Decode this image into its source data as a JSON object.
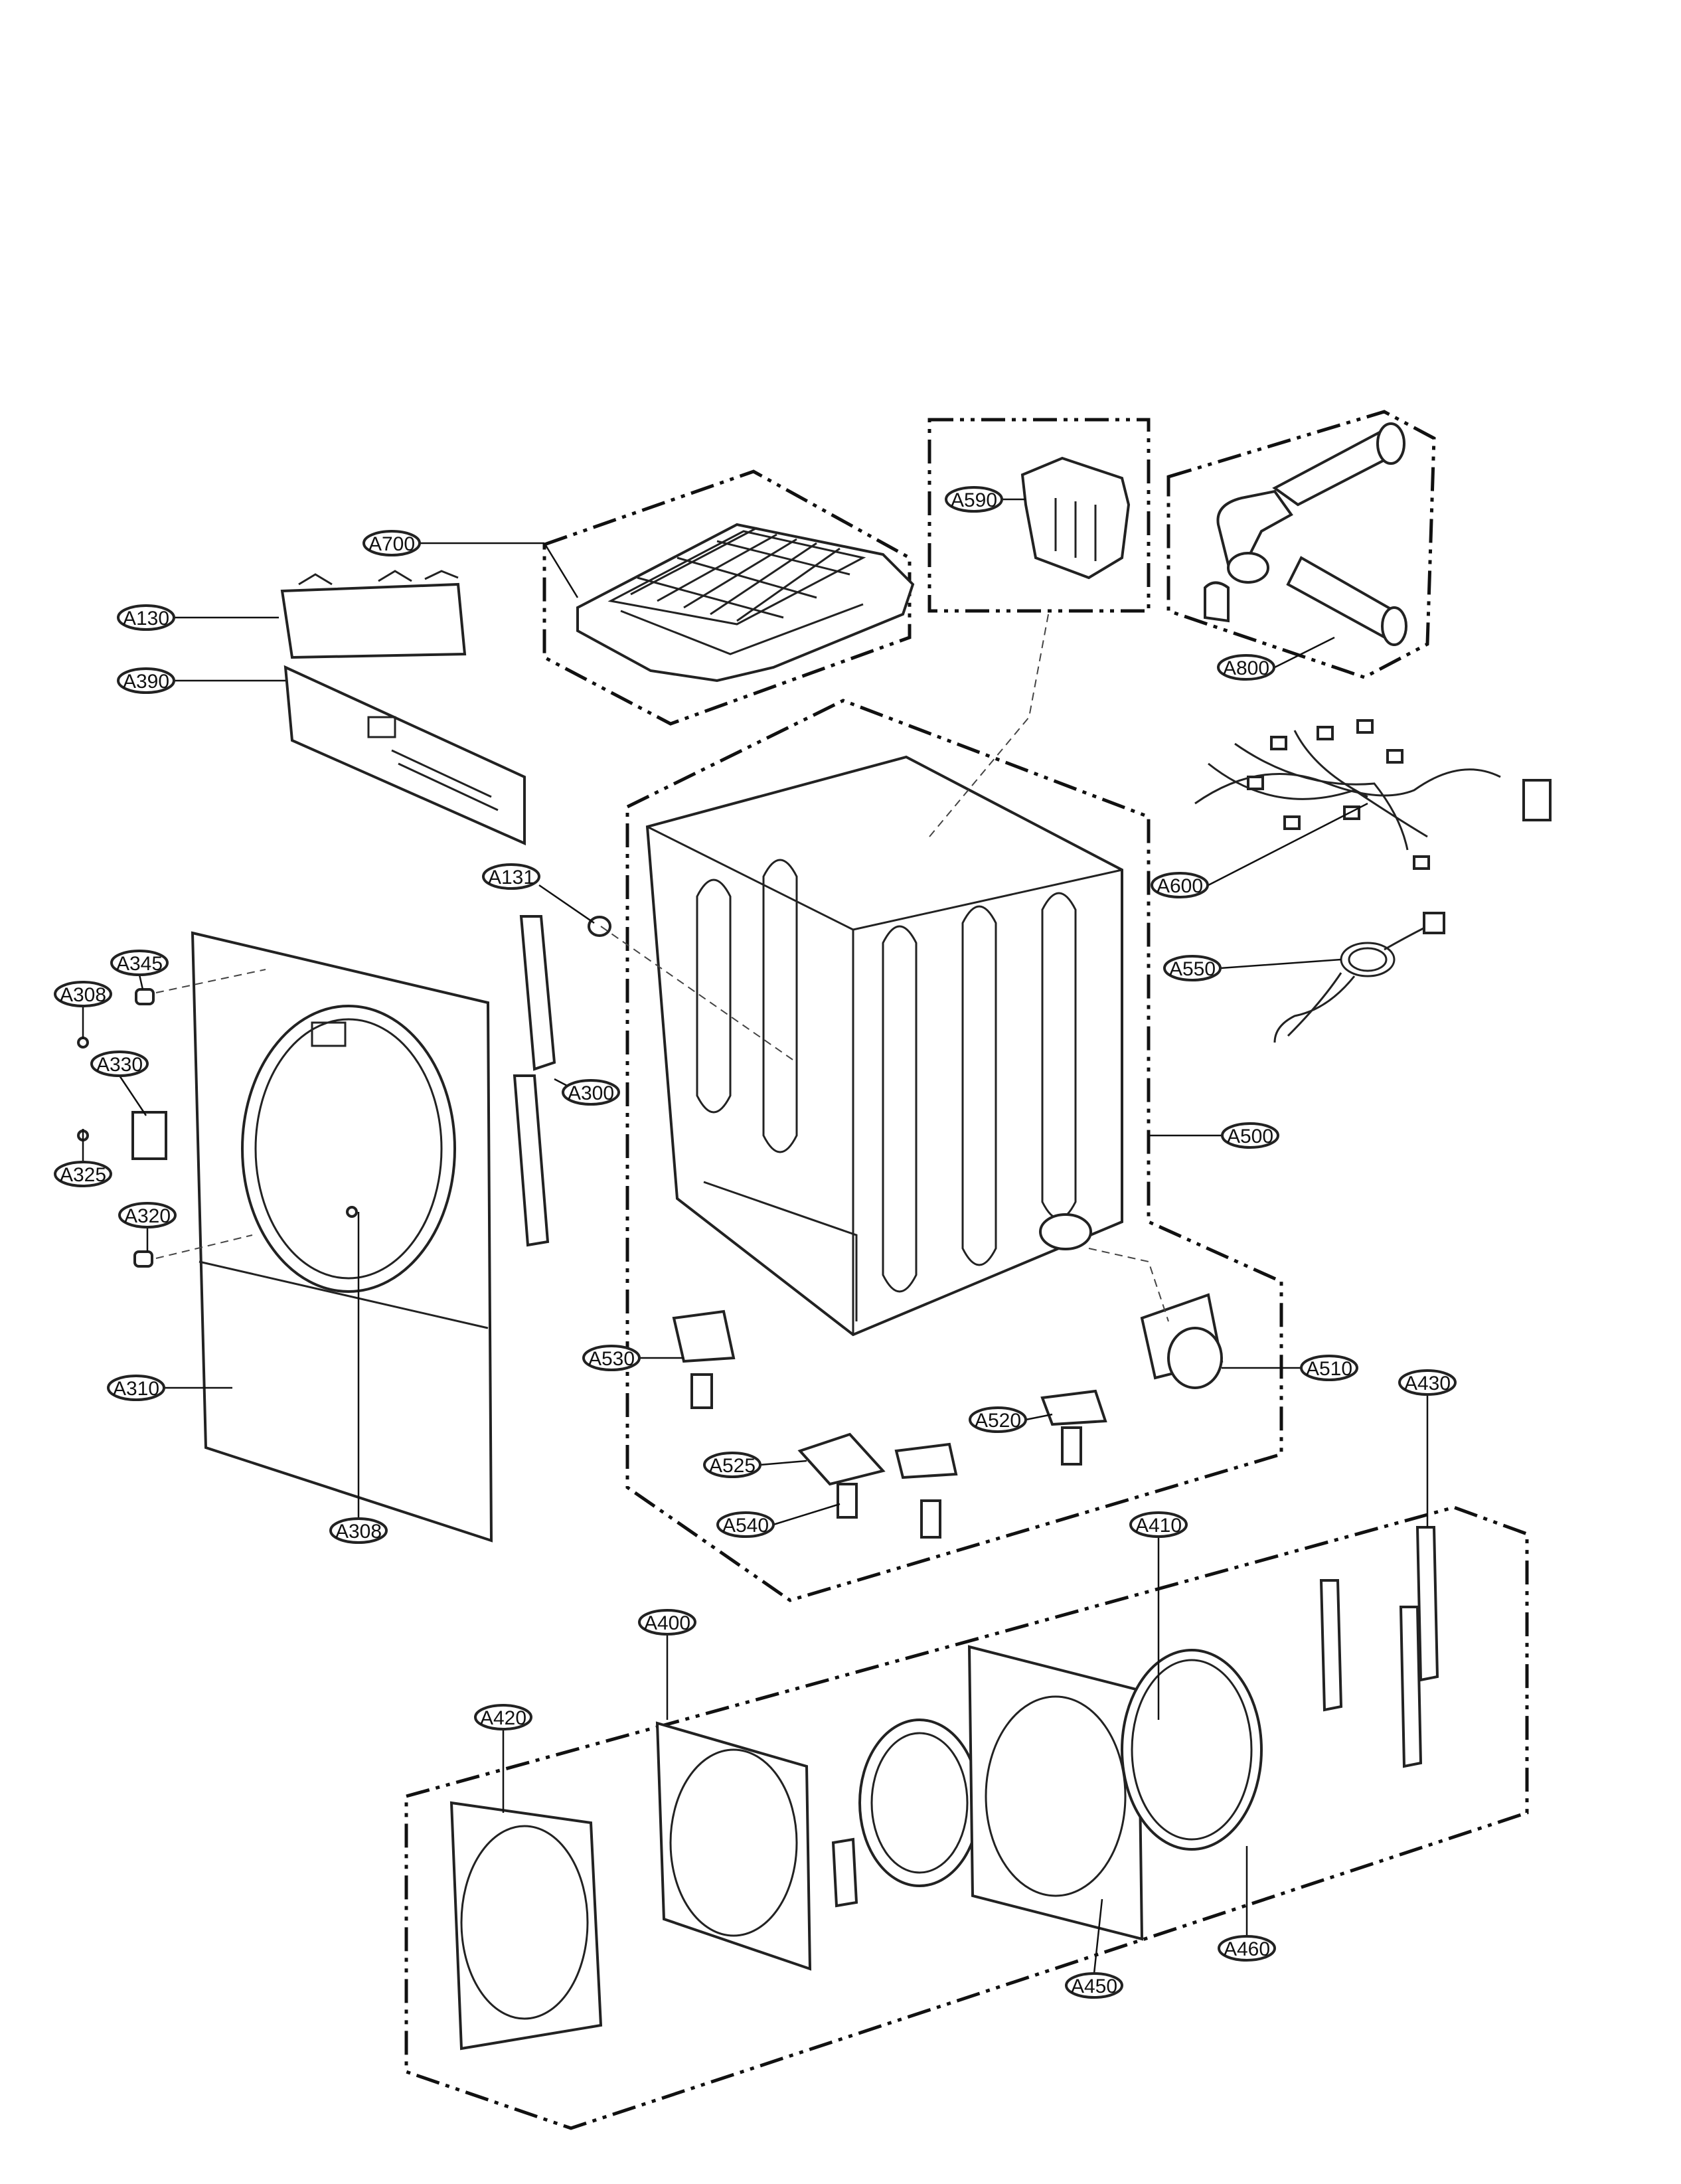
{
  "callouts": {
    "a700": "A700",
    "a590": "A590",
    "a800": "A800",
    "a130": "A130",
    "a390": "A390",
    "a600": "A600",
    "a131": "A131",
    "a550": "A550",
    "a345": "A345",
    "a308_top": "A308",
    "a330": "A330",
    "a300": "A300",
    "a325": "A325",
    "a500": "A500",
    "a320": "A320",
    "a530": "A530",
    "a510": "A510",
    "a310": "A310",
    "a430": "A430",
    "a520": "A520",
    "a525": "A525",
    "a540": "A540",
    "a410": "A410",
    "a308_bottom": "A308",
    "a400": "A400",
    "a420": "A420",
    "a460": "A460",
    "a450": "A450"
  }
}
